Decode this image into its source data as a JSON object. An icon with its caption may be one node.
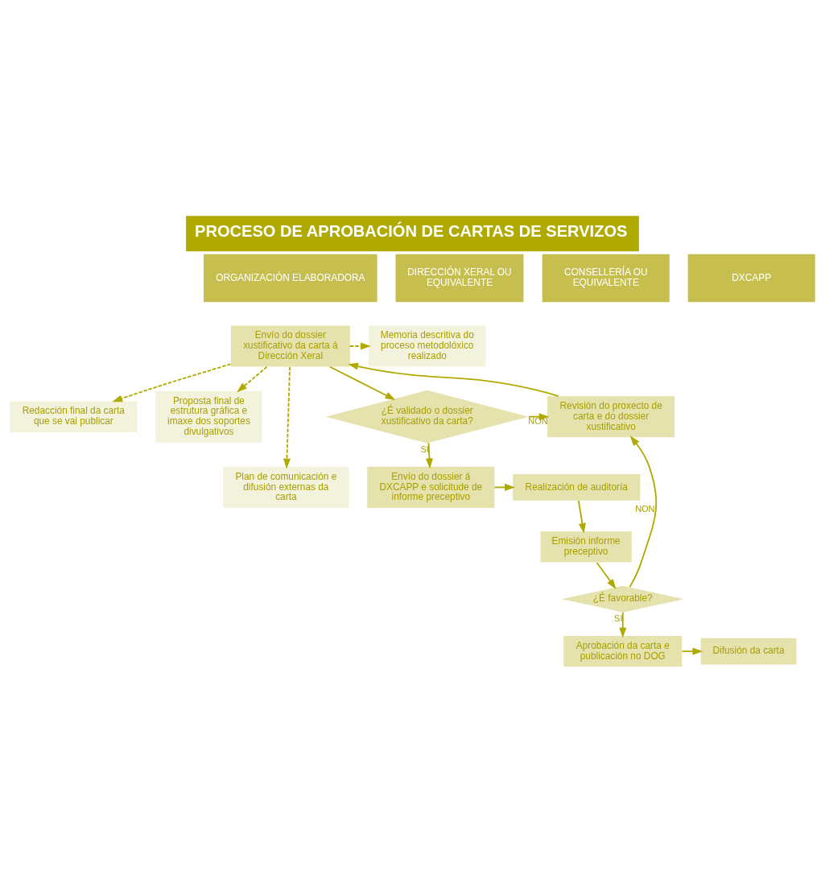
{
  "diagram": {
    "title": "PROCESO DE APROBACIÓN DE CARTAS DE SERVIZOS",
    "nodes": [
      {
        "text": [
          "ORGANIZACIÓN ELABORADORA"
        ]
      },
      {
        "text": [
          "DIRECCIÓN XERAL OU EQUIVALENTE"
        ]
      },
      {
        "text": [
          "CONSELLERÍA OU EQUIVALENTE"
        ]
      },
      {
        "text": [
          "DXCAPP"
        ]
      },
      {
        "text": [
          "Envío do dossier xustificativo da carta á Dirección Xeral"
        ]
      },
      {
        "text": [
          "Memoria descritiva do proceso metodolóxico realizado"
        ]
      },
      {
        "text": [
          "Redacción final da carta que se vai publicar"
        ]
      },
      {
        "text": [
          "Proposta final de estrutura gráfica e imaxe dos soportes divulgativos"
        ]
      },
      {
        "text": [
          "Plan de comunicación e difusión externas da carta"
        ]
      },
      {
        "text": [
          "Revisión do proxecto de carta e do dossier xustificativo"
        ]
      },
      {
        "text": [
          "¿É validado o dossier xustificativo da carta?"
        ]
      },
      {
        "text": [
          "Envío do dossier á DXCAPP e solicitude de informe preceptivo"
        ]
      },
      {
        "text": [
          "Realización de auditoría"
        ]
      },
      {
        "text": [
          "Emisión informe preceptivo"
        ]
      },
      {
        "text": [
          "¿É favorable?"
        ]
      },
      {
        "text": [
          "Aprobación da carta e publicación no DOG"
        ]
      },
      {
        "text": [
          "Difusión da carta"
        ]
      }
    ],
    "edges": [
      {
        "from": 4,
        "to": 10,
        "arrow": "to"
      },
      {
        "from": 4,
        "to": 5,
        "arrow": "to",
        "style": "dashed"
      },
      {
        "from": 4,
        "to": 6,
        "arrow": "to",
        "style": "dashed"
      },
      {
        "from": 4,
        "to": 7,
        "arrow": "to",
        "style": "dashed"
      },
      {
        "from": 4,
        "to": 8,
        "arrow": "to",
        "style": "dashed"
      },
      {
        "from": 10,
        "to": 9,
        "label": "NON",
        "arrow": "to"
      },
      {
        "from": 9,
        "to": 4,
        "arrow": "to"
      },
      {
        "from": 10,
        "to": 11,
        "label": "SI",
        "arrow": "to"
      },
      {
        "from": 11,
        "to": 12,
        "arrow": "to"
      },
      {
        "from": 12,
        "to": 13,
        "arrow": "to"
      },
      {
        "from": 13,
        "to": 14,
        "arrow": "to"
      },
      {
        "from": 14,
        "to": 9,
        "label": "NON",
        "arrow": "to"
      },
      {
        "from": 14,
        "to": 15,
        "label": "SI",
        "arrow": "to"
      },
      {
        "from": 15,
        "to": 16,
        "arrow": "to"
      }
    ]
  }
}
